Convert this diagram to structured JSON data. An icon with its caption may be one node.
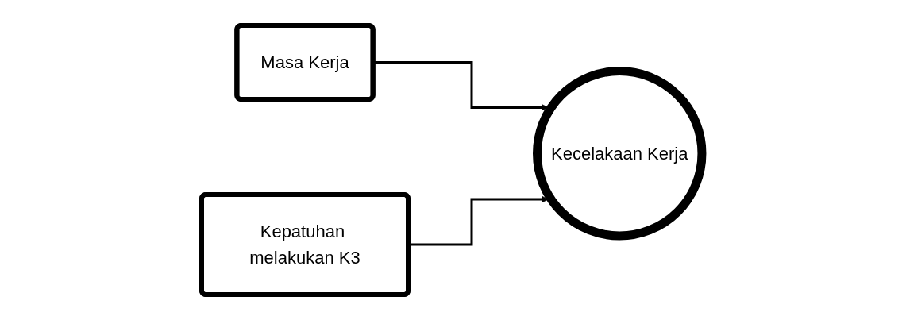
{
  "diagram": {
    "nodes": [
      {
        "text": [
          "Masa Kerja"
        ]
      },
      {
        "text": [
          "Kepatuhan melakukan K3"
        ]
      },
      {
        "text": [
          "Kecelakaan Kerja"
        ]
      }
    ],
    "edges": [
      {
        "from": 0,
        "to": 2,
        "arrow": "to"
      },
      {
        "from": 1,
        "to": 2,
        "arrow": "to"
      }
    ]
  }
}
